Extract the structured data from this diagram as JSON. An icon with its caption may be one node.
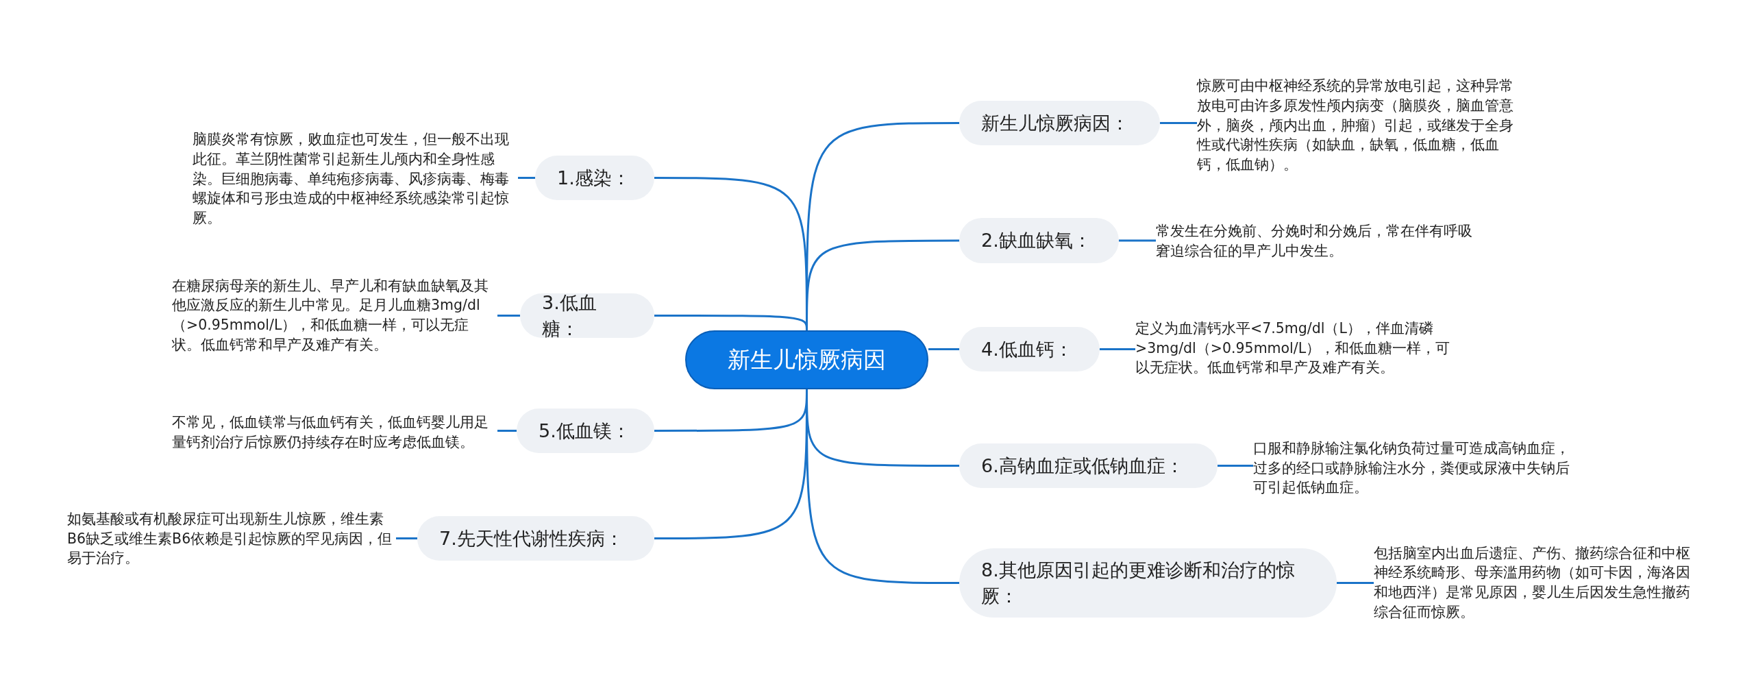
{
  "diagram": {
    "nodes": [
      {
        "text": [
          "新生儿惊厥病因"
        ]
      },
      {
        "text": [
          "新生儿惊厥病因："
        ]
      },
      {
        "text": [
          "惊厥可由中枢神经系统的异常放电引起，这种异常放电可由许多原发性颅内病变（脑膜炎，脑血管意外，脑炎，颅内出血，肿瘤）引起，或继发于全身性或代谢性疾病（如缺血，缺氧，低血糖，低血钙，低血钠）。"
        ]
      },
      {
        "text": [
          "1.感染："
        ]
      },
      {
        "text": [
          "脑膜炎常有惊厥，败血症也可发生，但一般不出现此征。革兰阴性菌常引起新生儿颅内和全身性感染。巨细胞病毒、单纯疱疹病毒、风疹病毒、梅毒螺旋体和弓形虫造成的中枢神经系统感染常引起惊厥。"
        ]
      },
      {
        "text": [
          "2.缺血缺氧："
        ]
      },
      {
        "text": [
          "常发生在分娩前、分娩时和分娩后，常在伴有呼吸窘迫综合征的早产儿中发生。"
        ]
      },
      {
        "text": [
          "3.低血糖："
        ]
      },
      {
        "text": [
          "在糖尿病母亲的新生儿、早产儿和有缺血缺氧及其他应激反应的新生儿中常见。足月儿血糖3mg/dl（>0.95mmol/L），和低血糖一样，可以无症状。低血钙常和早产及难产有关。"
        ]
      },
      {
        "text": [
          "4.低血钙："
        ]
      },
      {
        "text": [
          "定义为血清钙水平<7.5mg/dl（L），伴血清磷>3mg/dl（>0.95mmol/L），和低血糖一样，可以无症状。低血钙常和早产及难产有关。"
        ]
      },
      {
        "text": [
          "5.低血镁："
        ]
      },
      {
        "text": [
          "不常见，低血镁常与低血钙有关，低血钙婴儿用足量钙剂治疗后惊厥仍持续存在时应考虑低血镁。"
        ]
      },
      {
        "text": [
          "6.高钠血症或低钠血症："
        ]
      },
      {
        "text": [
          "口服和静脉输注氯化钠负荷过量可造成高钠血症，过多的经口或静脉输注水分，粪便或尿液中失钠后可引起低钠血症。"
        ]
      },
      {
        "text": [
          "7.先天性代谢性疾病："
        ]
      },
      {
        "text": [
          "如氨基酸或有机酸尿症可出现新生儿惊厥，维生素B6缺乏或维生素B6依赖是引起惊厥的罕见病因，但易于治疗。"
        ]
      },
      {
        "text": [
          "8.其他原因引起的更难诊断和治疗的惊厥："
        ]
      },
      {
        "text": [
          "包括脑室内出血后遗症、产伤、撤药综合征和中枢神经系统畸形、母亲滥用药物（如可卡因，海洛因和地西泮）是常见原因，婴儿生后因发生急性撤药综合征而惊厥。"
        ]
      }
    ],
    "edges": [
      {
        "from": 0,
        "to": 1,
        "arrow": "none"
      },
      {
        "from": 1,
        "to": 2,
        "arrow": "none"
      },
      {
        "from": 0,
        "to": 3,
        "arrow": "none"
      },
      {
        "from": 3,
        "to": 4,
        "arrow": "none"
      },
      {
        "from": 0,
        "to": 5,
        "arrow": "none"
      },
      {
        "from": 5,
        "to": 6,
        "arrow": "none"
      },
      {
        "from": 0,
        "to": 7,
        "arrow": "none"
      },
      {
        "from": 7,
        "to": 8,
        "arrow": "none"
      },
      {
        "from": 0,
        "to": 9,
        "arrow": "none"
      },
      {
        "from": 9,
        "to": 10,
        "arrow": "none"
      },
      {
        "from": 0,
        "to": 11,
        "arrow": "none"
      },
      {
        "from": 11,
        "to": 12,
        "arrow": "none"
      },
      {
        "from": 0,
        "to": 13,
        "arrow": "none"
      },
      {
        "from": 13,
        "to": 14,
        "arrow": "none"
      },
      {
        "from": 0,
        "to": 15,
        "arrow": "none"
      },
      {
        "from": 15,
        "to": 16,
        "arrow": "none"
      },
      {
        "from": 0,
        "to": 17,
        "arrow": "none"
      },
      {
        "from": 17,
        "to": 18,
        "arrow": "none"
      }
    ]
  }
}
